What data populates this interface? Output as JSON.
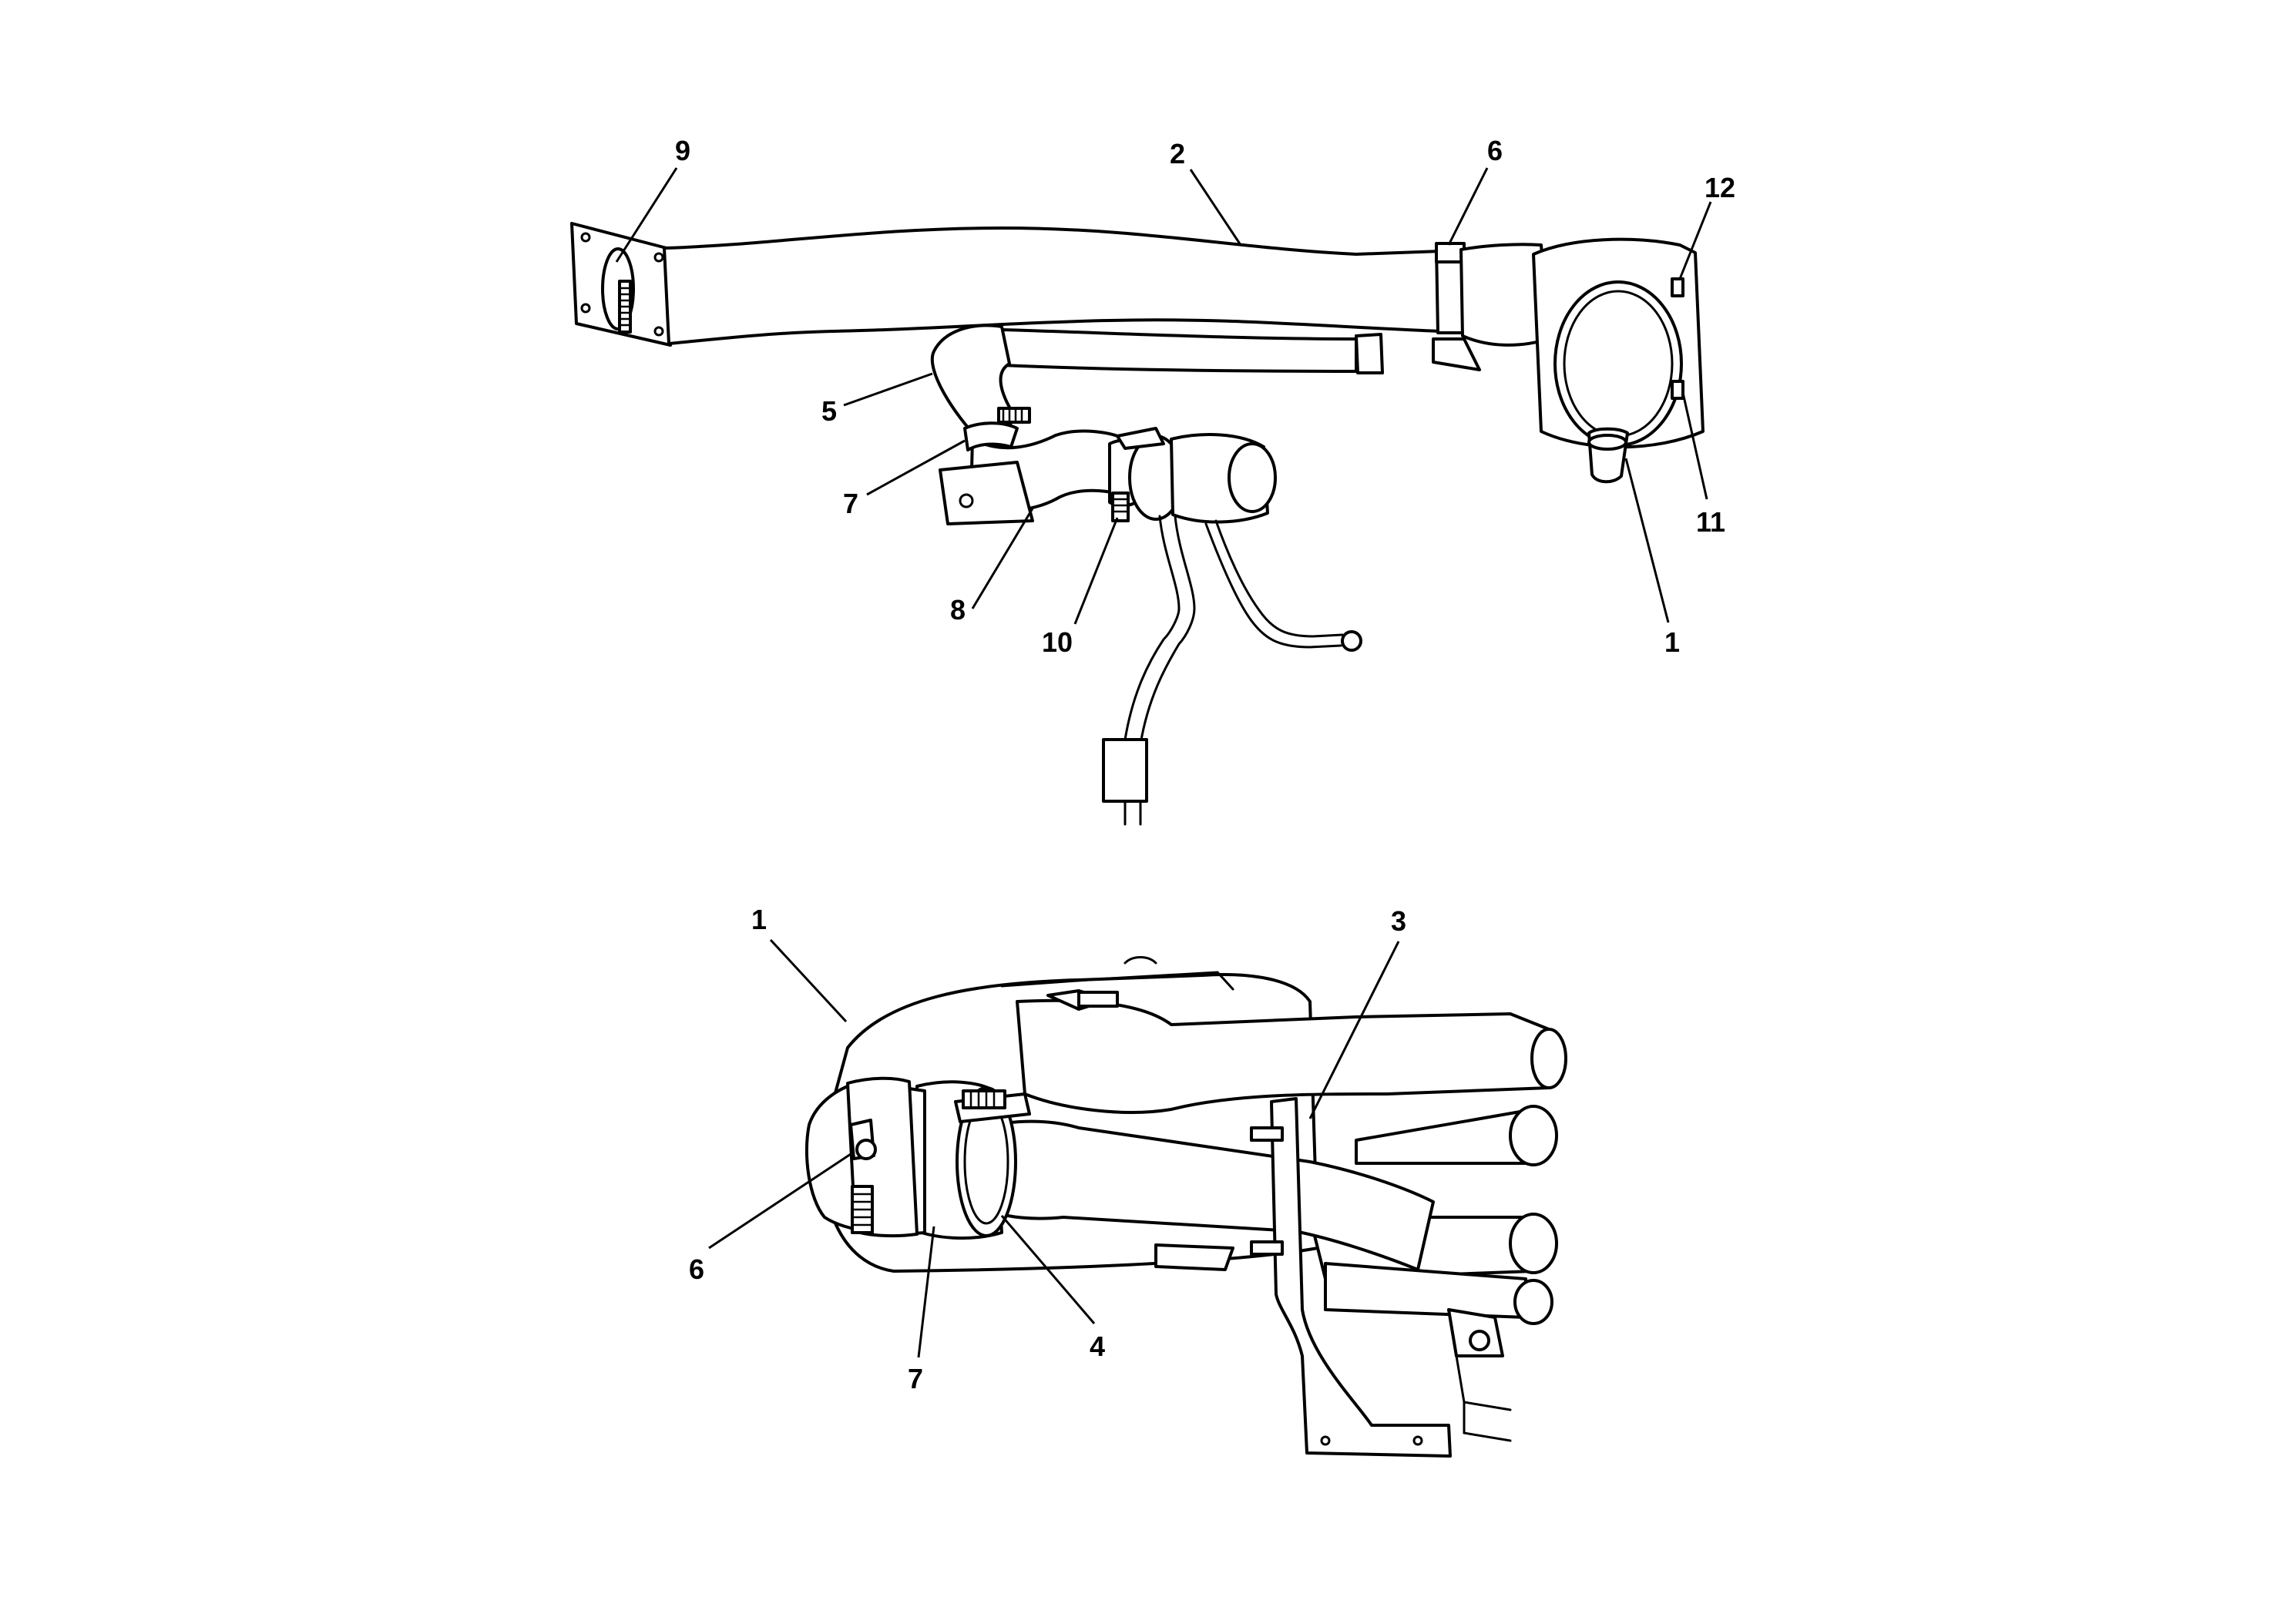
{
  "callouts": {
    "top": [
      "9",
      "2",
      "6",
      "12",
      "5",
      "7",
      "8",
      "10",
      "11",
      "1"
    ],
    "bottom": [
      "1",
      "3",
      "6",
      "7",
      "4"
    ]
  }
}
